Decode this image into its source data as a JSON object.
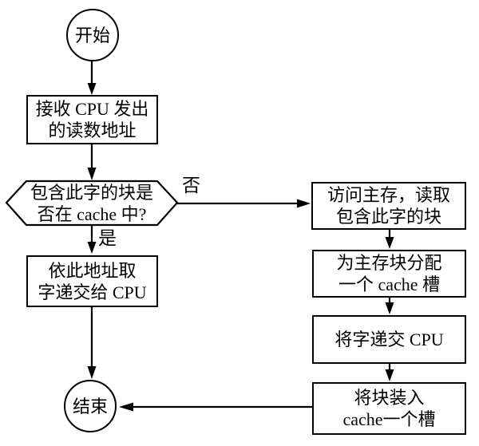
{
  "colors": {
    "stroke": "#000000",
    "background": "#ffffff"
  },
  "nodes": {
    "start": {
      "label": "开始"
    },
    "receive": {
      "line1": "接收 CPU 发出",
      "line2": "的读数地址"
    },
    "decision": {
      "line1": "包含此字的块是",
      "line2": "否在 cache 中?"
    },
    "fetch": {
      "line1": "依此地址取",
      "line2": "字递交给 CPU"
    },
    "end": {
      "label": "结束"
    },
    "access": {
      "line1": "访问主存，读取",
      "line2": "包含此字的块"
    },
    "allocate": {
      "line1": "为主存块分配",
      "line2": "一个 cache 槽"
    },
    "deliver": {
      "label": "将字递交 CPU"
    },
    "load": {
      "line1": "将块装入",
      "line2": "cache一个槽"
    }
  },
  "labels": {
    "yes": "是",
    "no": "否"
  }
}
